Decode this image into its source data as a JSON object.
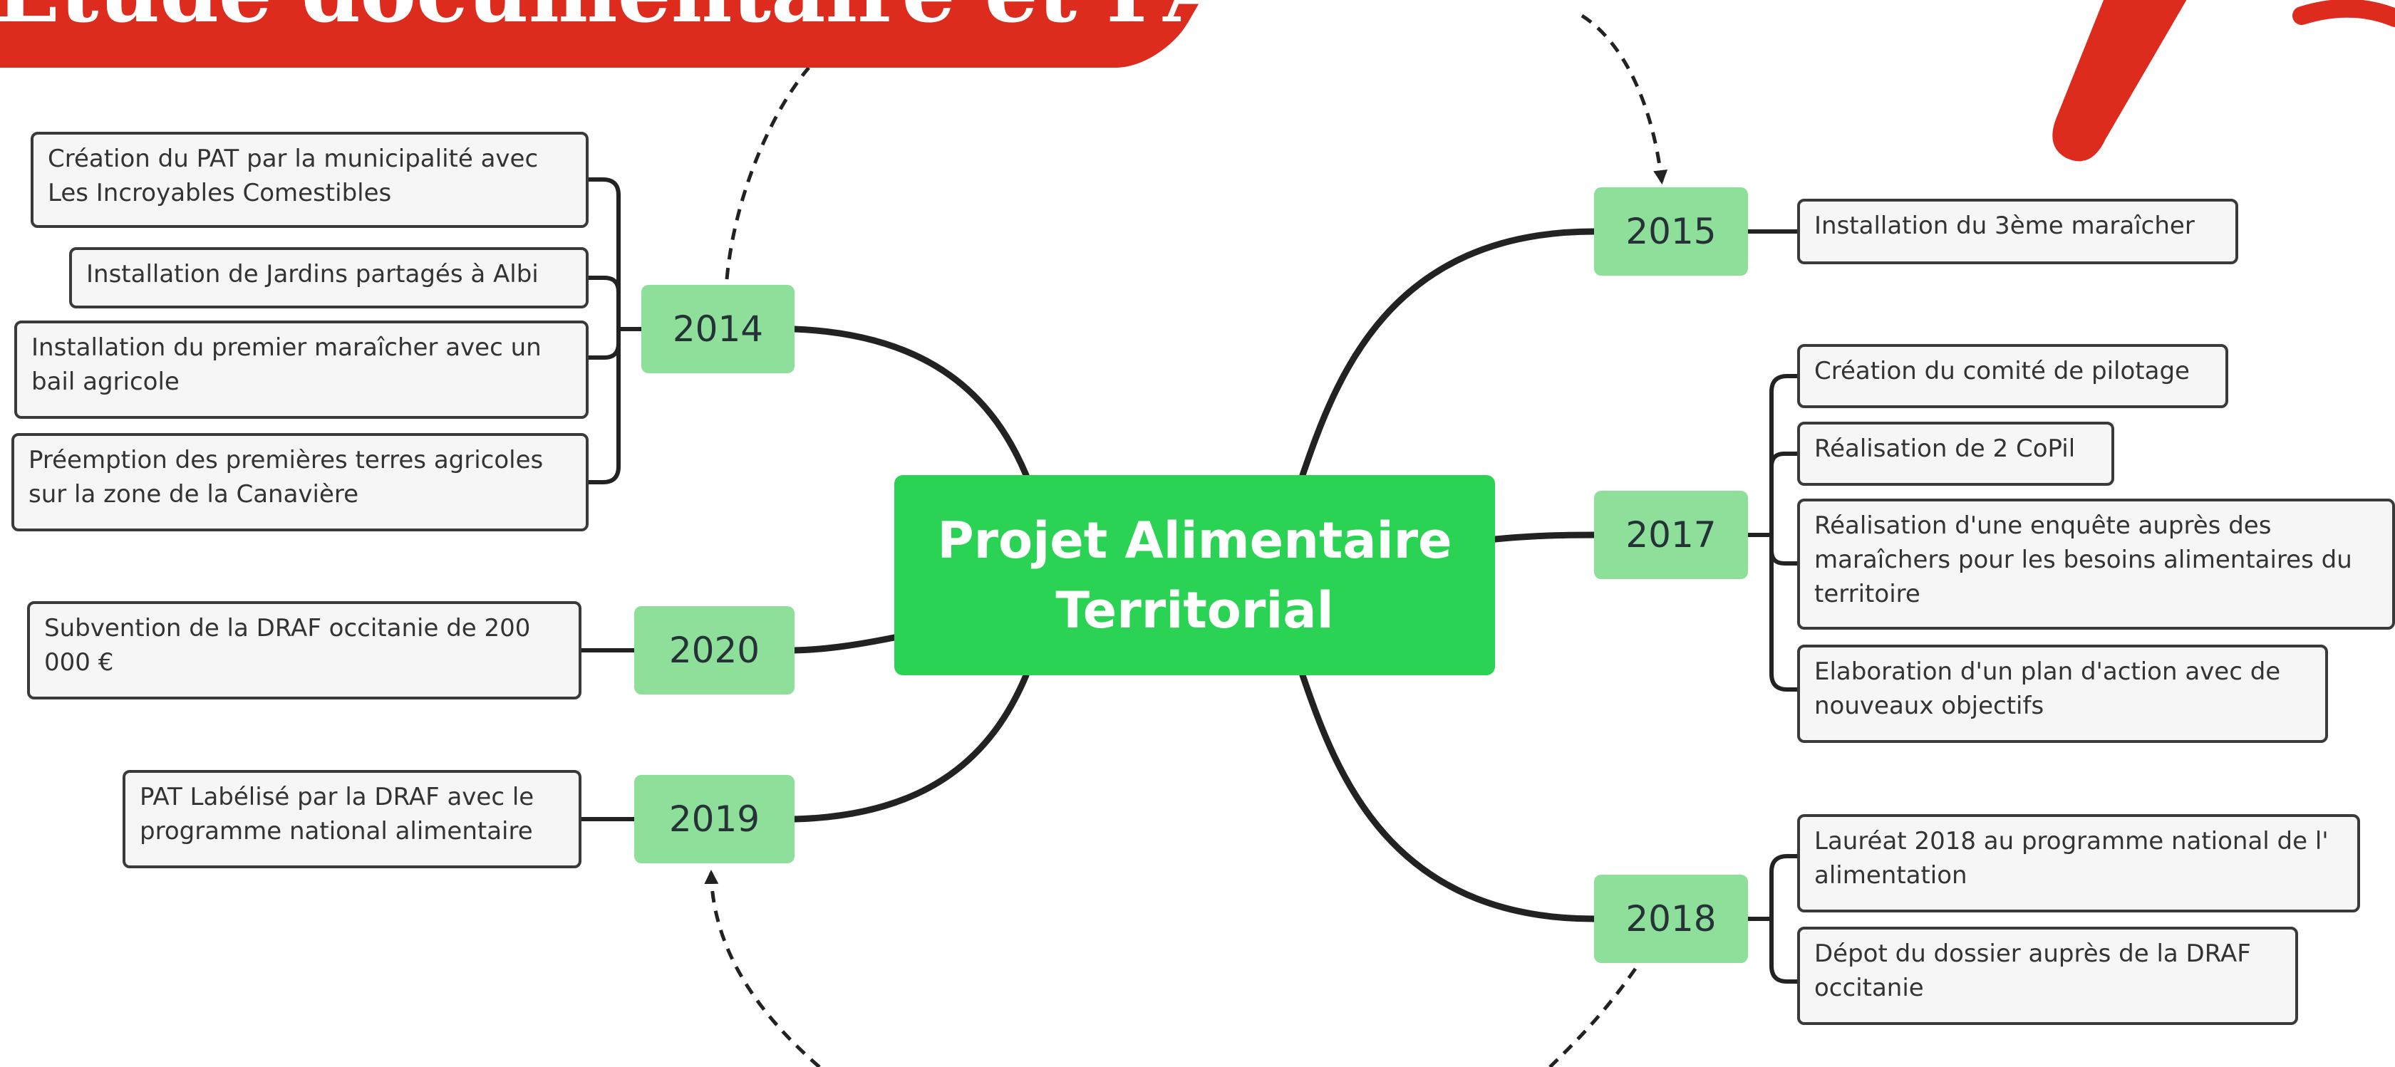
{
  "banner": {
    "title": "Étude documentaire et PAT",
    "color": "#dd2b1e"
  },
  "center": {
    "line1": "Projet Alimentaire",
    "line2": "Territorial",
    "color": "#2bd355"
  },
  "year_color": "#8ddf99",
  "left_branches": [
    {
      "year": "2014",
      "items": [
        "Création du PAT par la municipalité avec Les Incroyables Comestibles",
        "Installation de Jardins partagés à Albi",
        "Installation du premier maraîcher avec un bail agricole",
        "Préemption des premières terres agricoles sur la zone de la Canavière"
      ]
    },
    {
      "year": "2020",
      "items": [
        "Subvention de la DRAF occitanie de 200 000 €"
      ]
    },
    {
      "year": "2019",
      "items": [
        "PAT Labélisé par la DRAF avec le programme national alimentaire"
      ]
    }
  ],
  "right_branches": [
    {
      "year": "2015",
      "items": [
        "Installation du 3ème maraîcher"
      ]
    },
    {
      "year": "2017",
      "items": [
        "Création du comité de pilotage",
        "Réalisation de 2 CoPil",
        "Réalisation d'une enquête auprès des maraîchers pour les besoins alimentaires du territoire",
        "Elaboration d'un plan d'action avec de nouveaux objectifs"
      ]
    },
    {
      "year": "2018",
      "items": [
        "Lauréat 2018 au programme national de l' alimentation",
        "Dépot du dossier auprès de la DRAF occitanie"
      ]
    }
  ]
}
